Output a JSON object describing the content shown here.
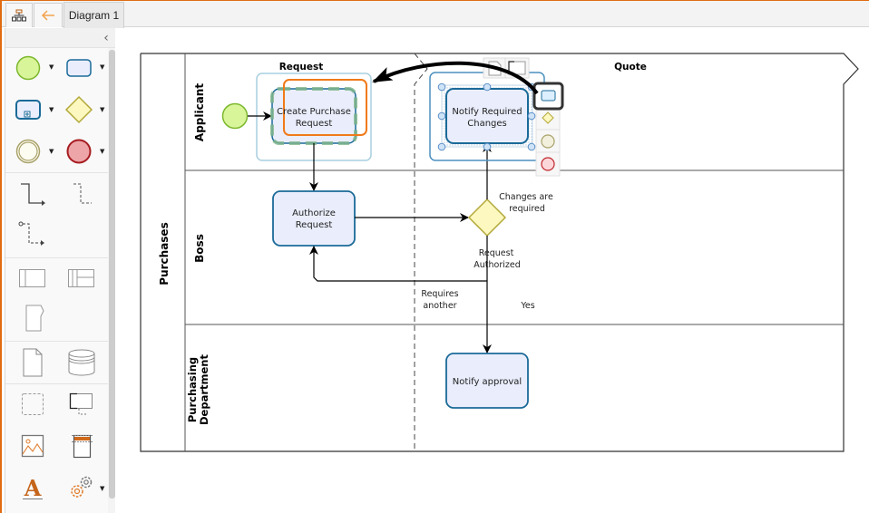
{
  "app": {
    "tabs": [
      {
        "label": "Diagram 1",
        "active": true
      }
    ],
    "tab_buttons": [
      {
        "name": "process-tree",
        "icon": "hierarchy-icon"
      },
      {
        "name": "back",
        "icon": "arrow-left-icon"
      }
    ],
    "accent_color": "#e06b10"
  },
  "sidebar": {
    "collapse_icon": "chevron-left-icon",
    "groups": [
      {
        "name": "shapes",
        "items": [
          {
            "icon": "start-event-icon",
            "has_dropdown": true
          },
          {
            "icon": "task-icon",
            "has_dropdown": true
          },
          {
            "icon": "subprocess-icon",
            "has_dropdown": true
          },
          {
            "icon": "gateway-icon",
            "has_dropdown": true
          },
          {
            "icon": "intermediate-event-icon",
            "has_dropdown": true
          },
          {
            "icon": "end-event-icon",
            "has_dropdown": true
          }
        ]
      },
      {
        "name": "connectors",
        "items": [
          {
            "icon": "sequence-flow-icon"
          },
          {
            "icon": "association-icon"
          },
          {
            "icon": "message-flow-icon"
          }
        ]
      },
      {
        "name": "containers",
        "items": [
          {
            "icon": "pool-icon"
          },
          {
            "icon": "lane-grid-icon"
          },
          {
            "icon": "milestone-icon"
          }
        ]
      },
      {
        "name": "artifacts",
        "items": [
          {
            "icon": "data-object-icon"
          },
          {
            "icon": "data-store-icon"
          }
        ]
      },
      {
        "name": "other",
        "items": [
          {
            "icon": "group-icon"
          },
          {
            "icon": "annotation-icon"
          },
          {
            "icon": "image-icon"
          },
          {
            "icon": "header-icon"
          },
          {
            "icon": "text-format-icon"
          },
          {
            "icon": "settings-gears-icon",
            "has_dropdown": true
          }
        ]
      }
    ]
  },
  "diagram": {
    "pool": {
      "label": "Purchases"
    },
    "phases": [
      {
        "label": "Request"
      },
      {
        "label": "Quote"
      }
    ],
    "lanes": [
      {
        "label": "Applicant"
      },
      {
        "label": "Boss"
      },
      {
        "label": "Purchasing Department"
      }
    ],
    "lane_label_lines": {
      "purchasing": [
        "Purchasing",
        "Department"
      ]
    },
    "tasks": [
      {
        "id": "create",
        "label_lines": [
          "Create Purchase",
          "Request"
        ]
      },
      {
        "id": "authorize",
        "label_lines": [
          "Authorize",
          "Request"
        ]
      },
      {
        "id": "notify_changes",
        "label_lines": [
          "Notify Required",
          "Changes"
        ],
        "selected": true
      },
      {
        "id": "notify_approval",
        "label_lines": [
          "Notify approval"
        ]
      }
    ],
    "flow_labels": {
      "changes_required": [
        "Changes are",
        "required"
      ],
      "request_authorized": [
        "Request",
        "Authorized"
      ],
      "requires_another": [
        "Requires",
        "another"
      ],
      "yes": [
        "Yes"
      ]
    },
    "context_palette": [
      {
        "icon": "task-icon",
        "highlighted": true
      },
      {
        "icon": "gateway-icon"
      },
      {
        "icon": "intermediate-event-icon"
      },
      {
        "icon": "end-event-icon"
      }
    ],
    "top_mini_toolbar": [
      {
        "icon": "data-object-icon"
      },
      {
        "icon": "annotation-icon"
      }
    ],
    "colors": {
      "task_fill": "#eaeefc",
      "task_stroke": "#1b6a98",
      "start_fill": "#d9f59a",
      "start_stroke": "#7cb82f",
      "gateway_fill": "#fdf8bf",
      "gateway_stroke": "#b3a93a",
      "end_fill": "#eda5a8",
      "end_stroke": "#a61c20",
      "highlight_orange": "#f07a1a",
      "phase_box": "#a9cfe0"
    }
  }
}
